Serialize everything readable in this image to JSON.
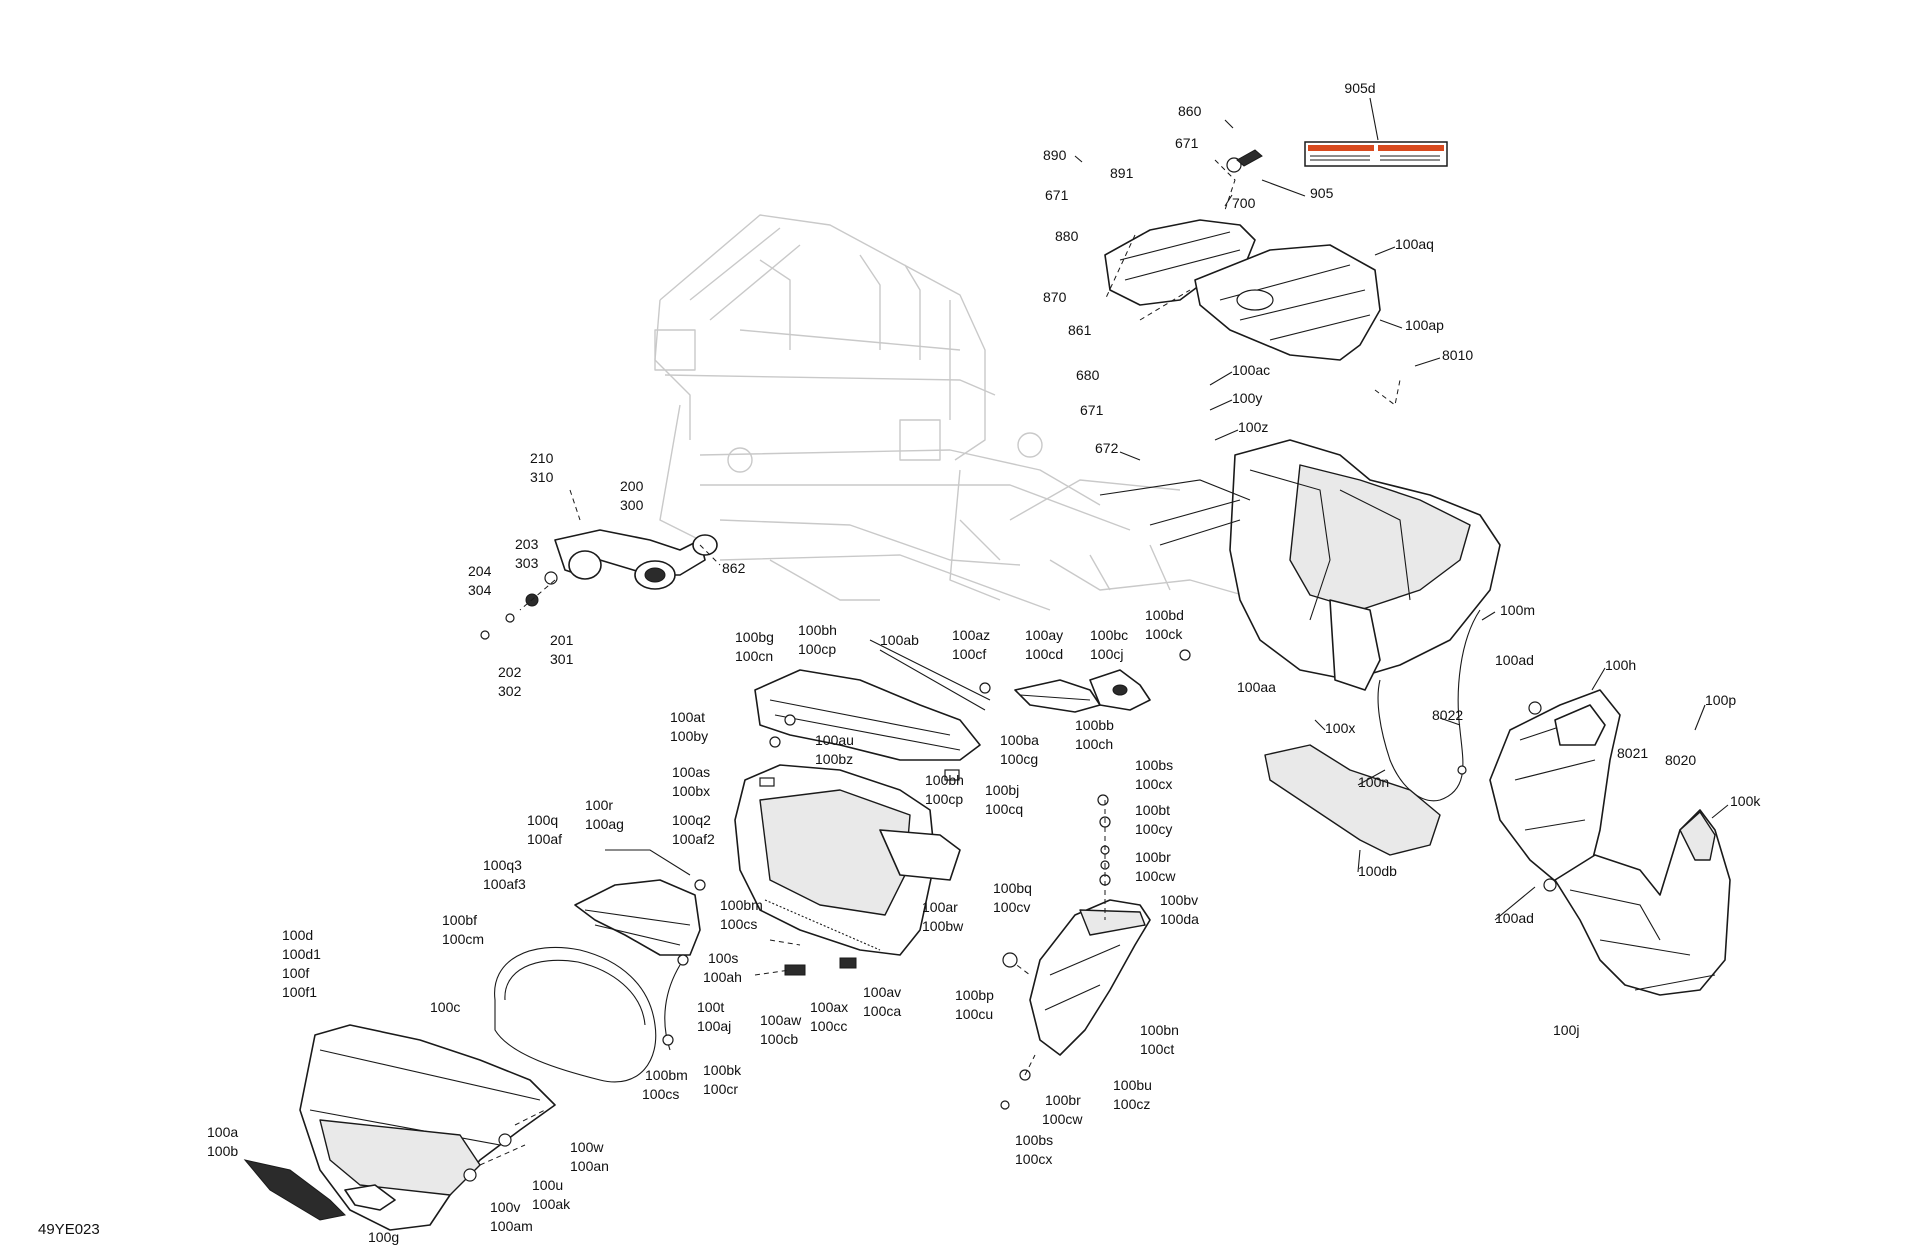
{
  "diagram_ref": "49YE023",
  "decal": {
    "color_accent": "#d84a1f"
  },
  "callouts": {
    "c905d": "905d",
    "c860": "860",
    "c671a": "671",
    "c890": "890",
    "c891": "891",
    "c671b": "671",
    "c700": "700",
    "c905": "905",
    "c880": "880",
    "c100aq": "100aq",
    "c870": "870",
    "c861": "861",
    "c100ap": "100ap",
    "c8010": "8010",
    "c680": "680",
    "c100ac": "100ac",
    "c671c": "671",
    "c100y": "100y",
    "c100z": "100z",
    "c672": "672",
    "c210": "210",
    "c310": "310",
    "c200": "200",
    "c300": "300",
    "c203": "203",
    "c303": "303",
    "c862": "862",
    "c204": "204",
    "c304": "304",
    "c201": "201",
    "c301": "301",
    "c202": "202",
    "c302": "302",
    "c100bg": "100bg",
    "c100cn": "100cn",
    "c100bh": "100bh",
    "c100cp": "100cp",
    "c100ab": "100ab",
    "c100az": "100az",
    "c100cf": "100cf",
    "c100ay": "100ay",
    "c100cd": "100cd",
    "c100bc": "100bc",
    "c100cj": "100cj",
    "c100bd": "100bd",
    "c100ck": "100ck",
    "c100m": "100m",
    "c100aa": "100aa",
    "c100x": "100x",
    "c100ad1": "100ad",
    "c100h": "100h",
    "c100at": "100at",
    "c100by": "100by",
    "c100au": "100au",
    "c100bz": "100bz",
    "c100ba": "100ba",
    "c100cg": "100cg",
    "c100bb": "100bb",
    "c100ch": "100ch",
    "c8022": "8022",
    "c100p": "100p",
    "c8021": "8021",
    "c8020": "8020",
    "c100as": "100as",
    "c100bx": "100bx",
    "c100bh2": "100bh",
    "c100cp2": "100cp",
    "c100bj": "100bj",
    "c100cq": "100cq",
    "c100bs1": "100bs",
    "c100cx1": "100cx",
    "c100n": "100n",
    "c100k": "100k",
    "c100q": "100q",
    "c100af": "100af",
    "c100r": "100r",
    "c100ag": "100ag",
    "c100q2": "100q2",
    "c100af2": "100af2",
    "c100bt": "100bt",
    "c100cy": "100cy",
    "c100db": "100db",
    "c100q3": "100q3",
    "c100af3": "100af3",
    "c100br1": "100br",
    "c100cw1": "100cw",
    "c100ad2": "100ad",
    "c100bm1": "100bm",
    "c100cs1": "100cs",
    "c100bq": "100bq",
    "c100cv": "100cv",
    "c100bv": "100bv",
    "c100da": "100da",
    "c100ar": "100ar",
    "c100bw": "100bw",
    "c100bf": "100bf",
    "c100cm": "100cm",
    "c100j": "100j",
    "c100d": "100d",
    "c100d1": "100d1",
    "c100f": "100f",
    "c100f1": "100f1",
    "c100s": "100s",
    "c100ah": "100ah",
    "c100ax": "100ax",
    "c100cc": "100cc",
    "c100av": "100av",
    "c100ca": "100ca",
    "c100aw": "100aw",
    "c100cb": "100cb",
    "c100bp": "100bp",
    "c100cu": "100cu",
    "c100c": "100c",
    "c100t": "100t",
    "c100aj": "100aj",
    "c100bn": "100bn",
    "c100ct": "100ct",
    "c100bm2": "100bm",
    "c100cs2": "100cs",
    "c100bk": "100bk",
    "c100cr": "100cr",
    "c100bu": "100bu",
    "c100cz": "100cz",
    "c100br2": "100br",
    "c100cw2": "100cw",
    "c100a": "100a",
    "c100b": "100b",
    "c100w": "100w",
    "c100an": "100an",
    "c100bs2": "100bs",
    "c100cx2": "100cx",
    "c100u": "100u",
    "c100ak": "100ak",
    "c100v": "100v",
    "c100am": "100am",
    "c100g": "100g"
  }
}
